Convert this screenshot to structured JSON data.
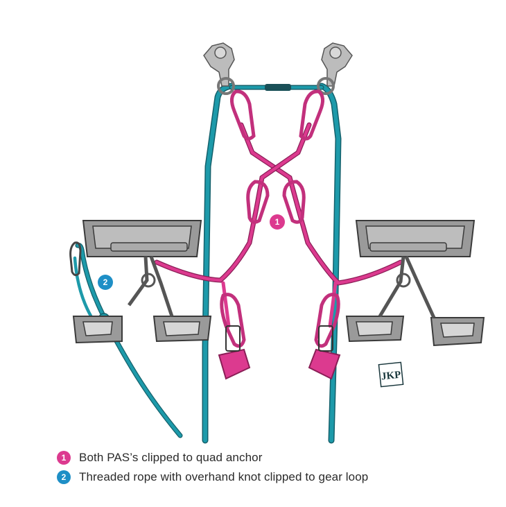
{
  "colors": {
    "pink": "#dc3a8f",
    "teal": "#1d9aaa",
    "blue": "#1e8fc6",
    "harness": "#8f8f8f",
    "metal": "#b2b2b2",
    "signature": "#17353a"
  },
  "callouts": [
    {
      "number": "1",
      "color": "#dc3a8f"
    },
    {
      "number": "2",
      "color": "#1e8fc6"
    }
  ],
  "legend": [
    {
      "number": "1",
      "color": "#dc3a8f",
      "text": "Both PAS’s clipped to quad anchor"
    },
    {
      "number": "2",
      "color": "#1e8fc6",
      "text": "Threaded rope with overhand knot clipped to gear loop"
    }
  ],
  "signature": {
    "text": "JKP"
  },
  "icons": {
    "anchor": "bolt-hanger-icon",
    "carabiner": "carabiner-icon",
    "harness": "climbing-harness-icon"
  }
}
